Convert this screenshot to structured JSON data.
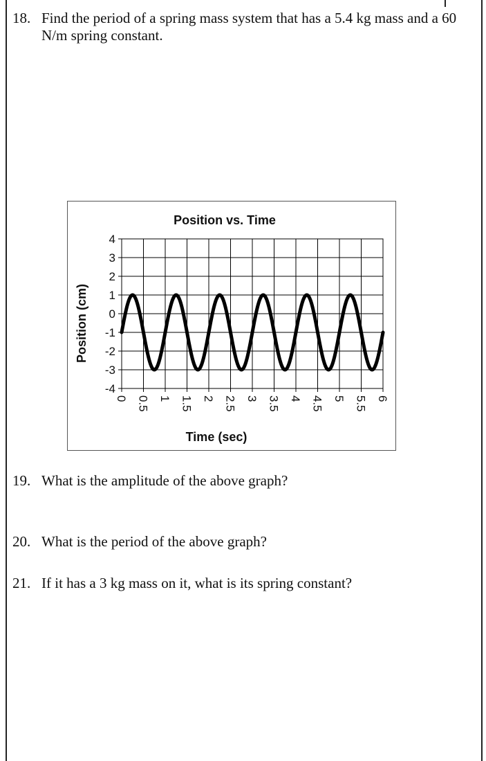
{
  "questions": {
    "q18": {
      "number": "18.",
      "text": "Find the period of a spring mass system that has a 5.4 kg mass and a 60 N/m spring constant."
    },
    "q19": {
      "number": "19.",
      "text": "What is the amplitude of the above graph?"
    },
    "q20": {
      "number": "20.",
      "text": "What is the period of the above graph?"
    },
    "q21": {
      "number": "21.",
      "text": "If it has a 3 kg mass on it, what is its spring constant?"
    }
  },
  "chart_data": {
    "type": "line",
    "title": "Position vs. Time",
    "xlabel": "Time (sec)",
    "ylabel": "Position (cm)",
    "xlim": [
      0,
      6
    ],
    "ylim": [
      -4,
      4
    ],
    "x_ticks": [
      "0",
      "0.5",
      "1",
      "1.5",
      "2",
      "2.5",
      "3",
      "3.5",
      "4",
      "4.5",
      "5",
      "5.5",
      "6"
    ],
    "y_ticks": [
      "4",
      "3",
      "2",
      "1",
      "0",
      "-1",
      "-2",
      "-3",
      "-4"
    ],
    "grid": true,
    "series": [
      {
        "function": "sine",
        "center": -1,
        "amplitude": 2,
        "period": 1,
        "phase": 0,
        "x_start": 0,
        "x_end": 6,
        "color": "#000000"
      }
    ]
  }
}
